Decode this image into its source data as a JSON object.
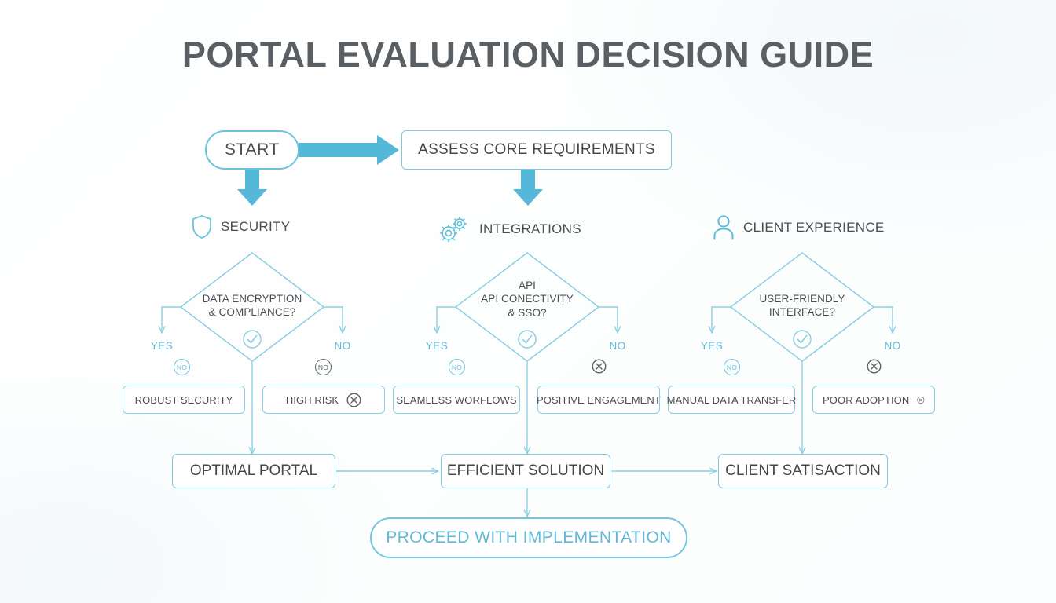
{
  "title": "PORTAL EVALUATION DECISION GUIDE",
  "colors": {
    "accent": "#6cc3dd",
    "accent_arrow": "#55b8d8",
    "line": "#9ad3e6",
    "title_text": "#5a5f63",
    "body_text": "#4a4e52",
    "danger_icon": "#5e6367",
    "background": "#ffffff"
  },
  "flow": {
    "start": {
      "label": "START"
    },
    "assess": {
      "label": "ASSESS CORE REQUIREMENTS"
    }
  },
  "categories": [
    {
      "label": "SECURITY",
      "icon": "shield-icon"
    },
    {
      "label": "INTEGRATIONS",
      "icon": "gears-icon"
    },
    {
      "label": "CLIENT EXPERIENCE",
      "icon": "person-icon"
    }
  ],
  "decisions": [
    {
      "name": "security-decision",
      "lines": [
        "DATA ENCRYPTION",
        "& COMPLIANCE?"
      ],
      "center_icon": "check-circle-icon",
      "yes": {
        "label": "YES",
        "badge": "NO",
        "badge_style": "blue"
      },
      "no": {
        "label": "NO",
        "badge": "NO",
        "badge_style": "grey"
      }
    },
    {
      "name": "integrations-decision",
      "lines": [
        "API",
        "API CONECTIVITY",
        "& SSO?"
      ],
      "center_icon": "check-circle-icon",
      "yes": {
        "label": "YES",
        "badge": "NO",
        "badge_style": "blue"
      },
      "no": {
        "label": "NO",
        "badge": "x-circle-icon",
        "badge_style": "xicon"
      }
    },
    {
      "name": "experience-decision",
      "lines": [
        "USER-FRIENDLY",
        "INTERFACE?"
      ],
      "center_icon": "check-circle-icon",
      "yes": {
        "label": "YES",
        "badge": "NO",
        "badge_style": "blue"
      },
      "no": {
        "label": "NO",
        "badge": "x-circle-icon",
        "badge_style": "xicon"
      }
    }
  ],
  "outcomes": [
    {
      "name": "robust-security",
      "label": "ROBUST SECURITY",
      "icon": null
    },
    {
      "name": "high-risk",
      "label": "HIGH RISK",
      "icon": "x-circle-icon"
    },
    {
      "name": "seamless-workflows",
      "label": "SEAMLESS WORFLOWS",
      "icon": null
    },
    {
      "name": "positive-engagement",
      "label": "POSITIVE ENGAGEMENT",
      "icon": null
    },
    {
      "name": "manual-data-transfer",
      "label": "MANUAL DATA TRANSFER",
      "icon": null
    },
    {
      "name": "poor-adoption",
      "label": "POOR ADOPTION",
      "icon": "x-circle-icon"
    }
  ],
  "results": [
    {
      "name": "optimal-portal",
      "label": "OPTIMAL PORTAL"
    },
    {
      "name": "efficient-solution",
      "label": "EFFICIENT SOLUTION"
    },
    {
      "name": "client-satisfaction",
      "label": "CLIENT SATISACTION"
    }
  ],
  "final": {
    "label": "PROCEED WITH IMPLEMENTATION"
  }
}
